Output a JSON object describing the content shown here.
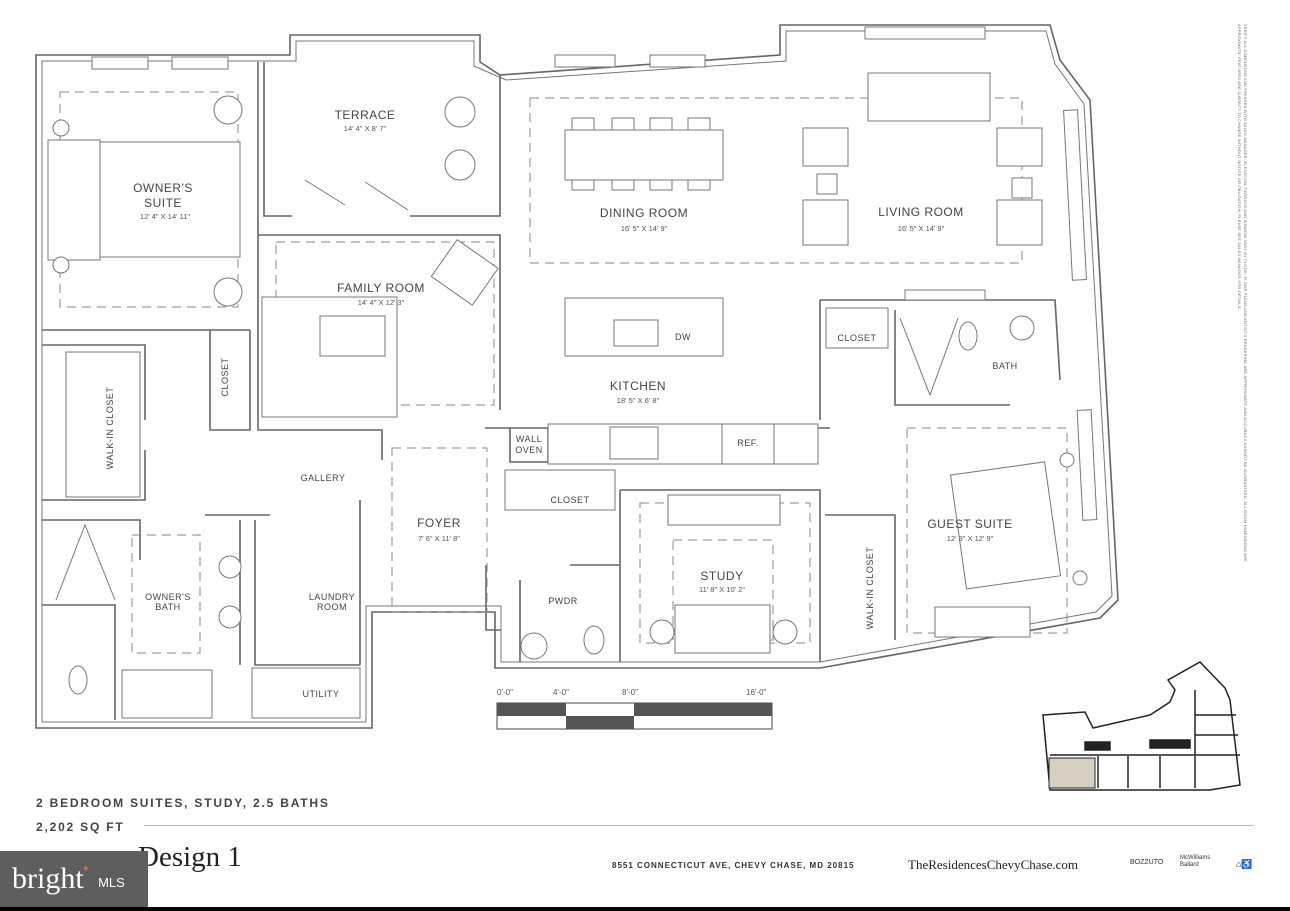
{
  "rooms": {
    "owners_suite": {
      "name_line1": "OWNER'S",
      "name_line2": "SUITE",
      "dims": "12' 4\" X 14' 11\""
    },
    "terrace": {
      "name": "TERRACE",
      "dims": "14' 4\" X 8' 7\""
    },
    "dining_room": {
      "name": "DINING ROOM",
      "dims": "16' 5\" X 14' 9\""
    },
    "living_room": {
      "name": "LIVING ROOM",
      "dims": "16' 5\" X 14' 9\""
    },
    "family_room": {
      "name": "FAMILY ROOM",
      "dims": "14' 4\" X 12' 3\""
    },
    "kitchen": {
      "name": "KITCHEN",
      "dims": "18' 5\" X 6' 8\""
    },
    "foyer": {
      "name": "FOYER",
      "dims": "7' 6\" X 11' 8\""
    },
    "study": {
      "name": "STUDY",
      "dims": "11' 8\" X 10' 2\""
    },
    "guest_suite": {
      "name": "GUEST SUITE",
      "dims": "12' 3\" X 12' 9\""
    },
    "walk_in_closet_owner": "WALK-IN CLOSET",
    "walk_in_closet_guest": "WALK-IN CLOSET",
    "closet_owner": "CLOSET",
    "closet_foyer": "CLOSET",
    "closet_bath": "CLOSET",
    "gallery": "GALLERY",
    "owners_bath_line1": "OWNER'S",
    "owners_bath_line2": "BATH",
    "laundry_line1": "LAUNDRY",
    "laundry_line2": "ROOM",
    "utility": "UTILITY",
    "pwdr": "PWDR",
    "bath": "BATH",
    "dw": "DW",
    "wall_oven_line1": "WALL",
    "wall_oven_line2": "OVEN",
    "ref": "REF."
  },
  "scale_bar": {
    "labels": [
      "0'-0\"",
      "4'-0\"",
      "8'-0\"",
      "16'-0\""
    ]
  },
  "summary": {
    "layout": "2 BEDROOM SUITES, STUDY, 2.5 BATHS",
    "area": "2,202 SQ FT"
  },
  "design_name": "Design 1",
  "address": "8551 CONNECTICUT AVE, CHEVY CHASE, MD 20815",
  "website": "TheResidencesChevyChase.com",
  "logos": {
    "bozzuto": "BOZZUTO",
    "mcwilliams": "McWilliams Ballard",
    "equal_housing": "equal-housing-icon"
  },
  "disclaimer": "VERIFY ALL DIMENSIONS AND FINISHES WITH SALES MANAGER. ELEVATION, TERRACE AND WINDOW VARY BY FLOOR. FLOOR PLANS AND ARTIST'S RENDERING ARE APPROXIMATE AND ACCURACY CANNOT BE GUARANTEED. ALL ROOM DIMENSIONS ARE APPROXIMATE. FEATURES ARE SUBJECT TO CHANGE WITHOUT NOTICE OR OBLIGATION. PLEASE SEE SALES MANAGER FOR DETAILS.",
  "watermark": {
    "brand": "bright",
    "suffix": "MLS"
  },
  "colors": {
    "highlight_unit": "#d8cfc3",
    "rule": "#c9b79c",
    "mls_bg": "#5e5e5e"
  }
}
